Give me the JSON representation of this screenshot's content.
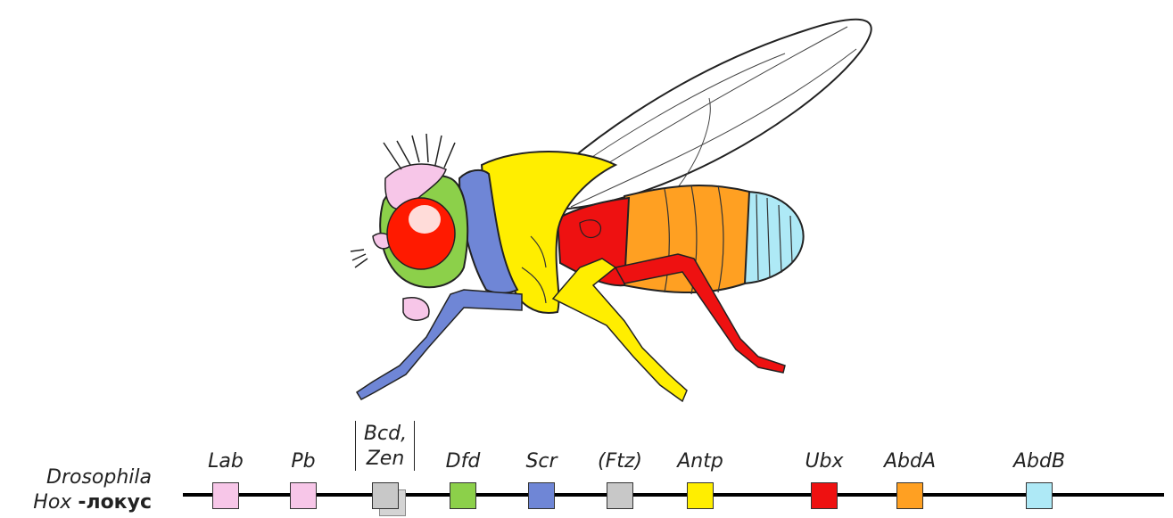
{
  "locus_title": {
    "species": "Drosophila",
    "gene_family": "Hox",
    "suffix": "-локус"
  },
  "genes": [
    {
      "label": "Lab",
      "color": "#f7c6e8"
    },
    {
      "label": "Pb",
      "color": "#f7c6e8"
    },
    {
      "label": "Bcd,",
      "label2": "Zen",
      "color": "#c8c8c8"
    },
    {
      "label": "Dfd",
      "color": "#8cd04a"
    },
    {
      "label": "Scr",
      "color": "#6f86d6"
    },
    {
      "label": "(Ftz)",
      "color": "#c8c8c8"
    },
    {
      "label": "Antp",
      "color": "#ffee00"
    },
    {
      "label": "Ubx",
      "color": "#ee1111"
    },
    {
      "label": "AbdA",
      "color": "#ffa022"
    },
    {
      "label": "AbdB",
      "color": "#aee9f6"
    }
  ],
  "colors": {
    "head_pink": "#f7c6e8",
    "eye_red": "#ff1a00",
    "head_green": "#8cd04a",
    "collar_blue": "#6f86d6",
    "thorax_yellow": "#ffee00",
    "mesothorax_red": "#ee1111",
    "abdomen_orange": "#ffa022",
    "abdomen_tip_blue": "#aee9f6",
    "wing": "#ffffff"
  }
}
